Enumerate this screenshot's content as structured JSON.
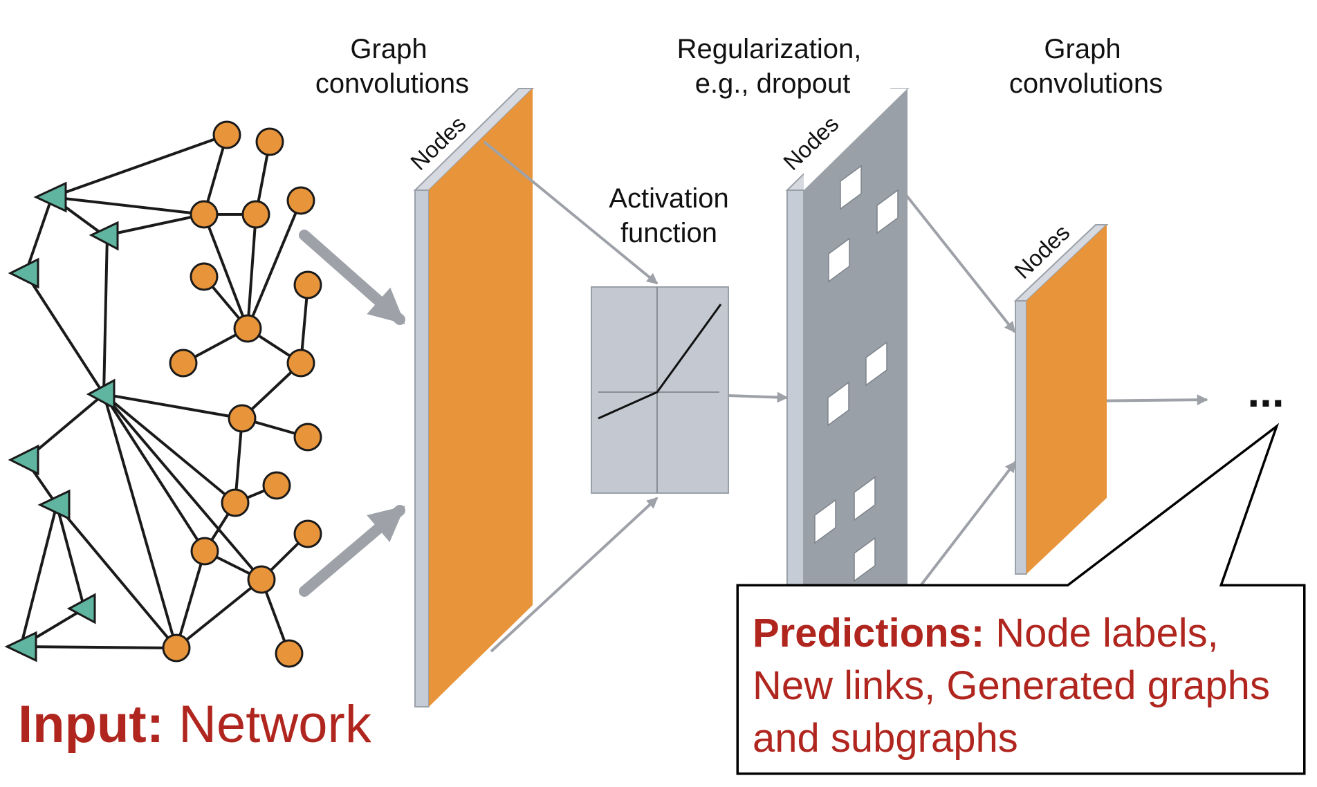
{
  "labels": {
    "graph_conv_1": [
      "Graph",
      "convolutions"
    ],
    "graph_conv_2": [
      "Graph",
      "convolutions"
    ],
    "regularization": [
      "Regularization,",
      "e.g., dropout"
    ],
    "activation": [
      "Activation",
      "function"
    ],
    "nodes": "Nodes",
    "ellipsis": "..."
  },
  "input": {
    "bold": "Input:",
    "text": " Network"
  },
  "predictions": {
    "bold": "Predictions:",
    "text": " Node labels, New links, Generated graphs and subgraphs"
  },
  "colors": {
    "orange": "#e8943a",
    "teal": "#5fb5a0",
    "panel_edge": "#c6ccd6",
    "dropout_panel": "#9aa0a8",
    "activation_box": "#c3c8d1",
    "arrow_gray": "#9ea2a8",
    "red_text": "#b0261f"
  }
}
